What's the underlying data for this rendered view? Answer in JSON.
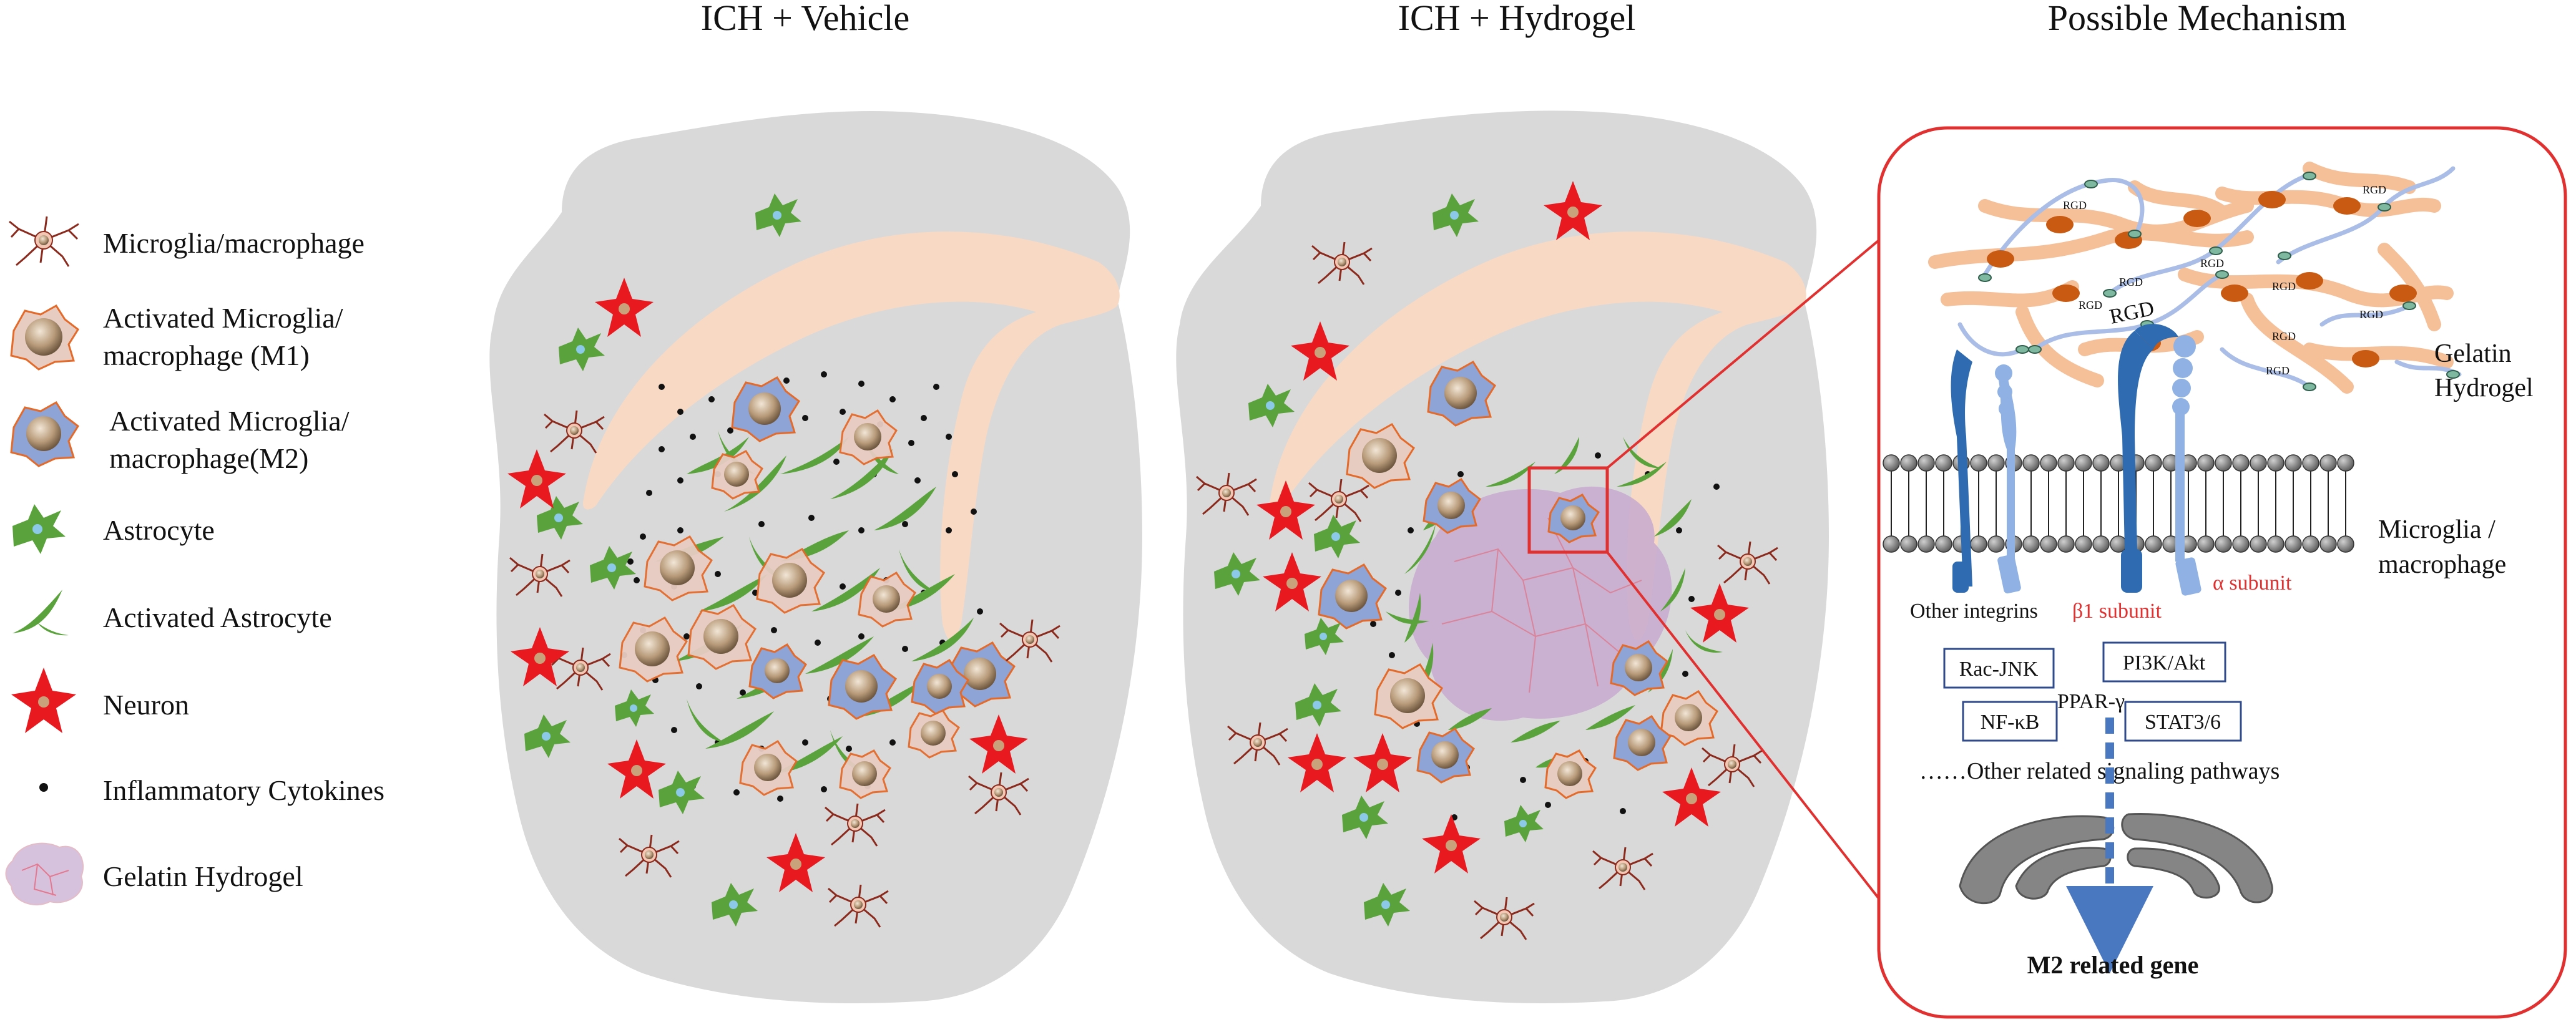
{
  "panels": {
    "vehicle_title": "ICH + Vehicle",
    "hydrogel_title": "ICH + Hydrogel",
    "mechanism_title": "Possible Mechanism"
  },
  "legend": {
    "microglia": "Microglia/macrophage",
    "m1_line1": "Activated Microglia/",
    "m1_line2": "macrophage (M1)",
    "m2_line1": "Activated Microglia/",
    "m2_line2": "macrophage(M2)",
    "astrocyte": "Astrocyte",
    "activated_astrocyte": "Activated  Astrocyte",
    "neuron": "Neuron",
    "cytokines": "Inflammatory Cytokines",
    "hydrogel": "Gelatin Hydrogel"
  },
  "mechanism": {
    "rgd": "RGD",
    "gelatin_line1": "Gelatin",
    "gelatin_line2": "Hydrogel",
    "microglia_line1": "Microglia /",
    "microglia_line2": "macrophage",
    "other_integrins": "Other integrins",
    "beta1": "β1 subunit",
    "alpha": "α subunit",
    "rac_jnk": "Rac-JNK",
    "pi3k": "PI3K/Akt",
    "ppar": "PPAR-γ",
    "nfkb": "NF-κB",
    "stat": "STAT3/6",
    "other_pathways": "……Other related  signaling pathways",
    "m2_gene": "M2 related gene"
  },
  "colors": {
    "brain": "#d9d9d9",
    "ventricle": "#f8d9c4",
    "neuron": "#e8191f",
    "astrocyte": "#5aa33c",
    "m1_fill": "#e7ccc2",
    "m2_fill": "#8ea3d6",
    "nucleus": "#b79a79",
    "hydrogel": "#c7a9cf",
    "fiber_orange": "#f5bf98",
    "fiber_blue": "#a9bde6",
    "node_brown": "#c85a12",
    "integrin_dark": "#2e6bb0",
    "integrin_light": "#8fb1e3",
    "frame_red": "#e03030",
    "golgi": "#858585"
  }
}
